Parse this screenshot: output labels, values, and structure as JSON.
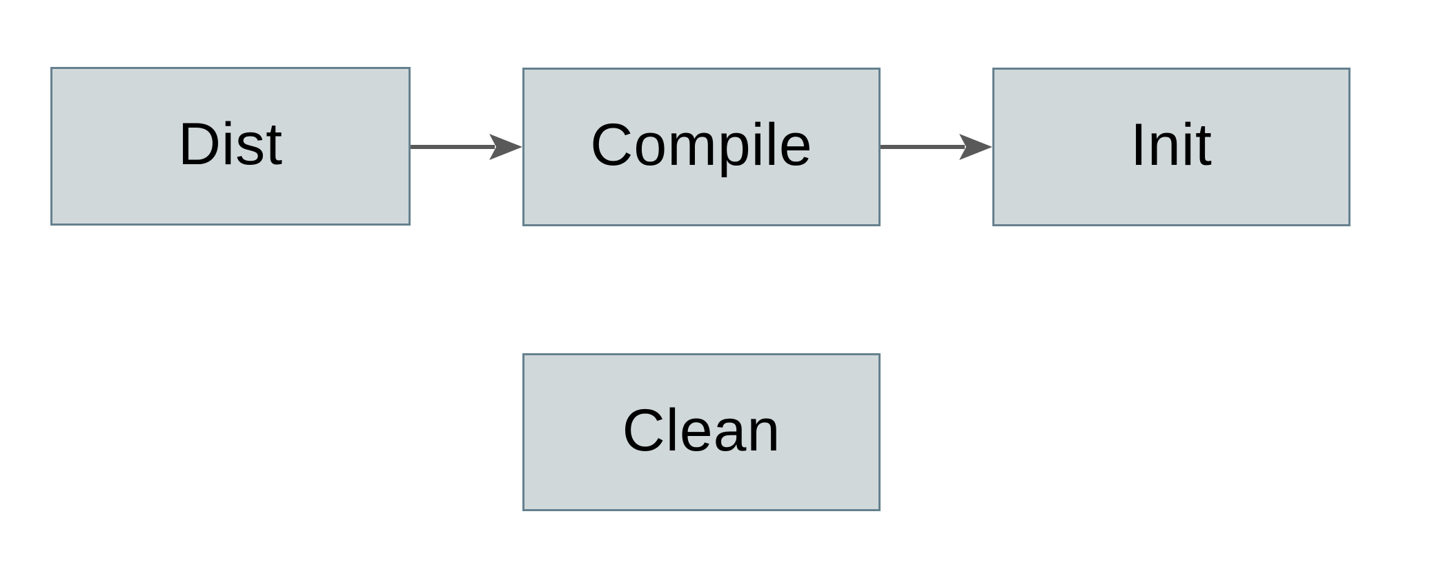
{
  "diagram": {
    "title": "build-targets-flowchart",
    "nodes": [
      {
        "id": "dist",
        "label": "Dist"
      },
      {
        "id": "compile",
        "label": "Compile"
      },
      {
        "id": "init",
        "label": "Init"
      },
      {
        "id": "clean",
        "label": "Clean"
      }
    ],
    "edges": [
      {
        "from": "dist",
        "to": "compile",
        "direction": "right"
      },
      {
        "from": "compile",
        "to": "init",
        "direction": "right"
      }
    ]
  },
  "colors": {
    "background": "#ffffff",
    "node_fill": "#d0d8da",
    "node_border": "#65808e",
    "arrow": "#595959",
    "text": "#000000"
  }
}
